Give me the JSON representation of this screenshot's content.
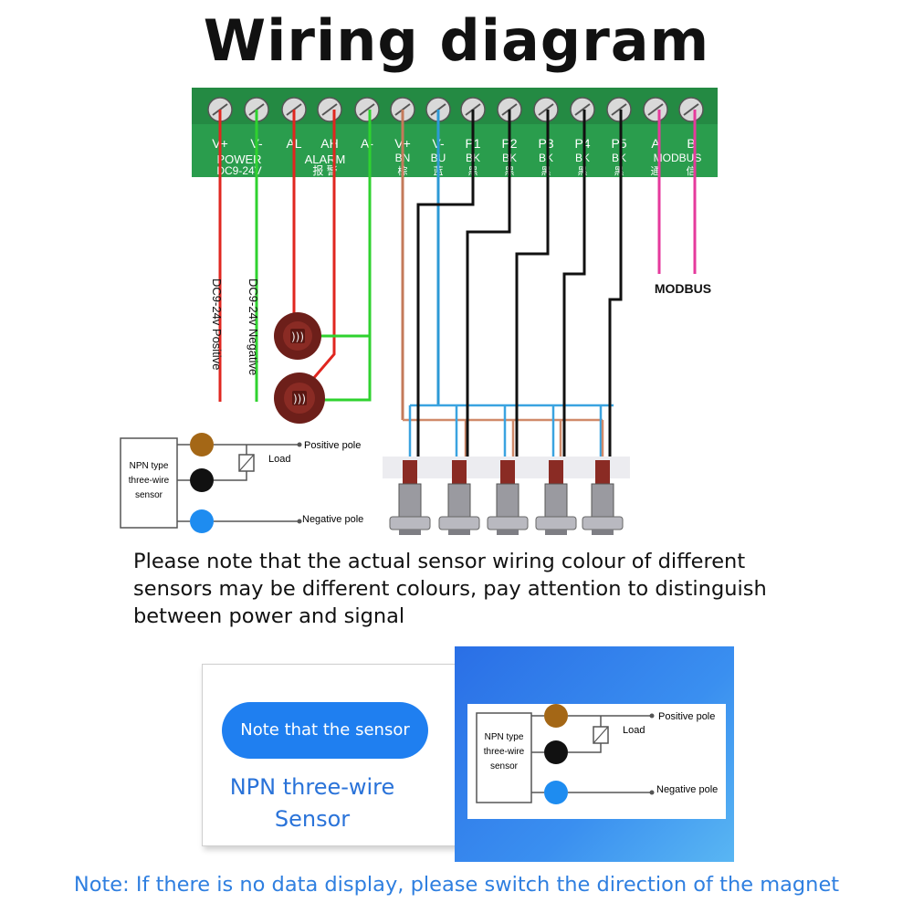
{
  "title": "Wiring diagram",
  "terminal": {
    "pins": [
      "V+",
      "V-",
      "AL",
      "AH",
      "A-",
      "V+",
      "V-",
      "P1",
      "P2",
      "P3",
      "P4",
      "P5",
      "A",
      "B"
    ],
    "subpins": [
      "",
      "",
      "",
      "",
      "",
      "BN",
      "BU",
      "BK",
      "BK",
      "BK",
      "BK",
      "BK",
      "",
      ""
    ],
    "cn": [
      "",
      "",
      "",
      "",
      "",
      "棕",
      "蓝",
      "黑",
      "黑",
      "黑",
      "黑",
      "黑",
      "通",
      "信"
    ],
    "groups": [
      "POWER",
      "ALARM",
      "MODBUS"
    ],
    "power_sub": "DC9-24V",
    "alarm_cn": "报 警"
  },
  "wires": {
    "positive_label": "DC9-24v Positive",
    "negative_label": "DC9-24v Negative",
    "modbus_label": "MODBUS"
  },
  "sensor_legend": {
    "box_text": [
      "NPN type",
      "three-wire",
      "sensor"
    ],
    "load": "Load",
    "positive": "Positive pole",
    "negative": "Negative pole"
  },
  "note_main": "Please note that the actual sensor wiring colour of different sensors may be different colours, pay attention to distinguish between power and signal",
  "card": {
    "pill": "Note that the sensor",
    "npn_line1": "NPN three-wire",
    "npn_line2": "Sensor"
  },
  "note_bottom": "Note: If there is no data display, please switch the direction of the magnet",
  "colors": {
    "terminal_green": "#2a9d4d",
    "wire_red": "#e0261f",
    "wire_green": "#2fd22f",
    "wire_blue": "#1e90e0",
    "wire_brown": "#b0502e",
    "wire_black": "#111111",
    "wire_magenta": "#e53a9c",
    "brown_dot": "#a46716",
    "blue_dot": "#1e8cf0",
    "accent_blue": "#1f7ff0"
  }
}
